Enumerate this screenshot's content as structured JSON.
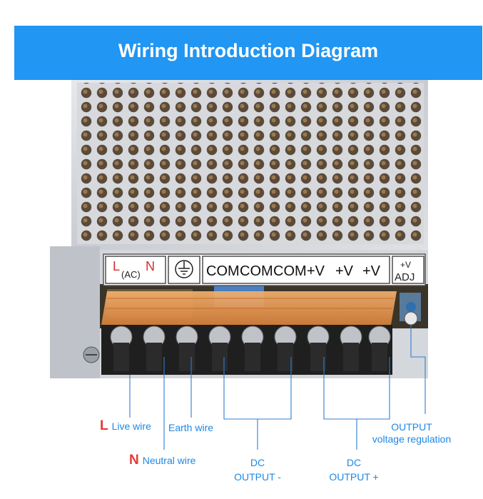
{
  "title": "Wiring Introduction Diagram",
  "terminal_strip": {
    "ln_labels": [
      "L",
      "N"
    ],
    "ac": "(AC)",
    "outputs": [
      "COM",
      "COM",
      "COM",
      "+V",
      "+V",
      "+V"
    ],
    "adj_top": "+V",
    "adj_bottom": "ADJ"
  },
  "callouts": {
    "live_letter": "L",
    "live": "Live wire",
    "earth": "Earth wire",
    "neutral_letter": "N",
    "neutral": "Neutral wire",
    "dc_minus_1": "DC",
    "dc_minus_2": "OUTPUT -",
    "dc_plus_1": "DC",
    "dc_plus_2": "OUTPUT +",
    "adj_1": "OUTPUT",
    "adj_2": "voltage regulation"
  },
  "colors": {
    "banner": "#2196f3",
    "label_blue": "#1e88e5",
    "label_red": "#e53935",
    "terminal_cover": "#e8933b"
  }
}
